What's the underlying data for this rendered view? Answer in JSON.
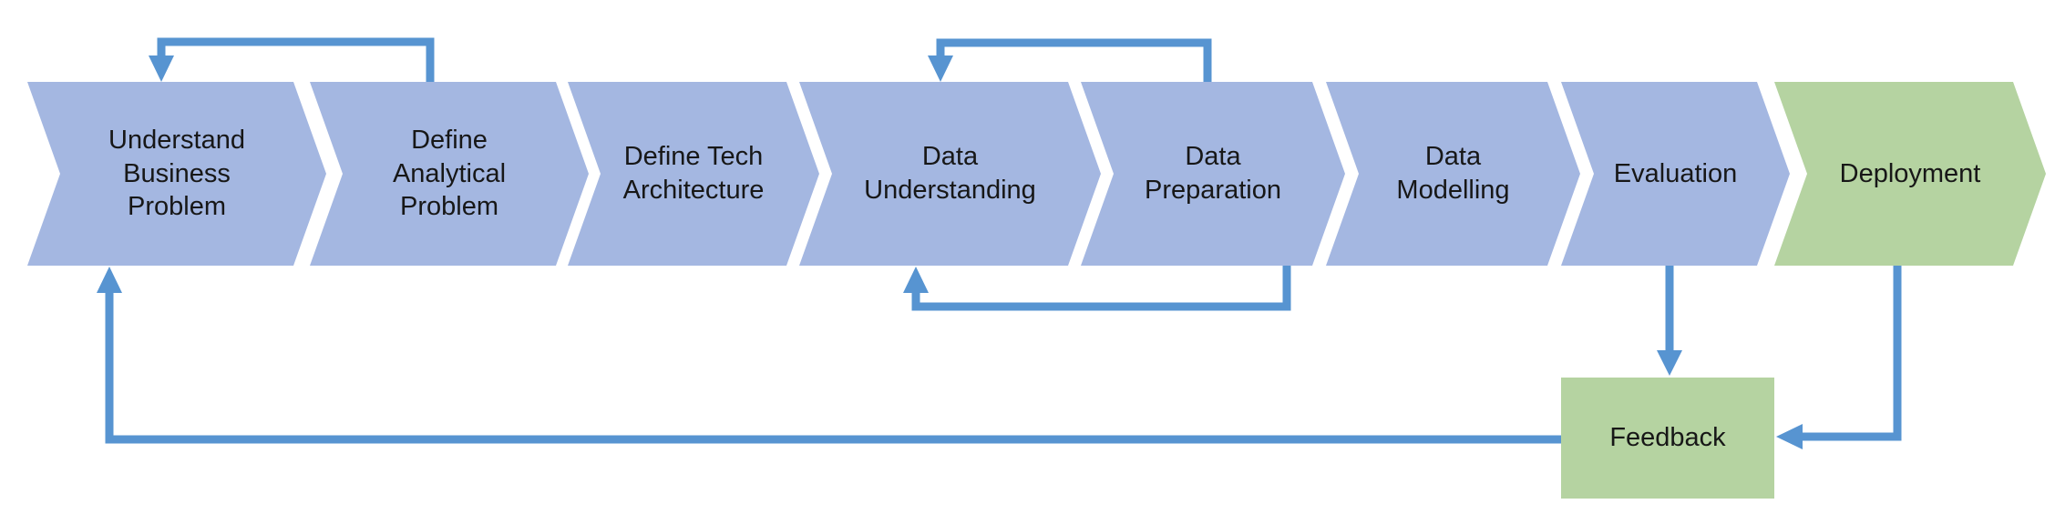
{
  "colors": {
    "stage_blue": "#A4B7E1",
    "stage_green": "#B5D3A1",
    "arrow_blue": "#5794D1",
    "text": "#171717",
    "background": "#FFFFFF"
  },
  "diagram": {
    "stages": [
      {
        "label": "Understand Business Problem",
        "fill": "blue"
      },
      {
        "label": "Define Analytical Problem",
        "fill": "blue"
      },
      {
        "label": "Define Tech Architecture",
        "fill": "blue"
      },
      {
        "label": "Data Understanding",
        "fill": "blue"
      },
      {
        "label": "Data Preparation",
        "fill": "blue"
      },
      {
        "label": "Data Modelling",
        "fill": "blue"
      },
      {
        "label": "Evaluation",
        "fill": "blue"
      },
      {
        "label": "Deployment",
        "fill": "green"
      }
    ],
    "feedback": {
      "label": "Feedback"
    },
    "connections": [
      {
        "from": "Define Analytical Problem",
        "to": "Understand Business Problem",
        "route": "loop-above"
      },
      {
        "from": "Data Preparation",
        "to": "Data Understanding",
        "route": "loop-above"
      },
      {
        "from": "Data Modelling",
        "to": "Data Understanding",
        "route": "loop-below"
      },
      {
        "from": "Evaluation",
        "to": "Feedback",
        "route": "straight-down"
      },
      {
        "from": "Deployment",
        "to": "Feedback",
        "route": "down-then-left"
      },
      {
        "from": "Feedback",
        "to": "Understand Business Problem",
        "route": "left-then-up"
      }
    ]
  }
}
